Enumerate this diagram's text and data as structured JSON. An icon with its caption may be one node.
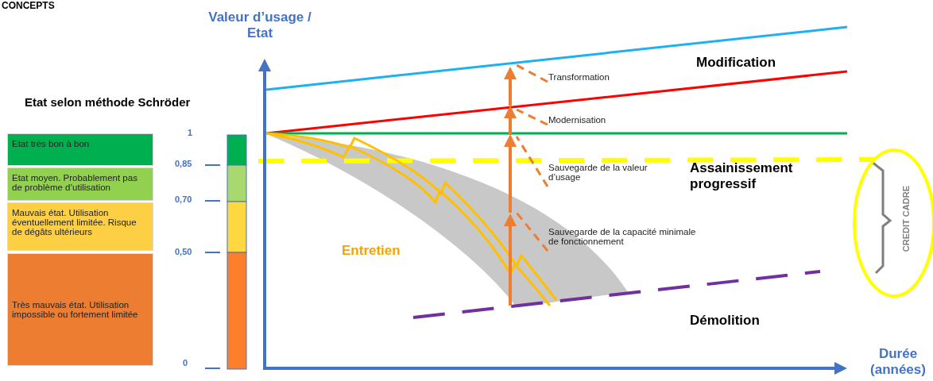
{
  "diagram": {
    "title": "CONCEPTS",
    "nodes": [
      {
        "text": [
          "Etat très bon à bon"
        ]
      },
      {
        "text": [
          "Etat moyen. Probablement pas de problème d’utilisation"
        ]
      },
      {
        "text": [
          "Mauvais état. Utilisation éventuellement limitée. Risque de dégâts ultérieurs"
        ]
      },
      {
        "text": [
          "Très mauvais état. Utilisation impossible ou fortement limitée"
        ]
      },
      {
        "text": [
          "Transformation"
        ]
      },
      {
        "text": [
          "Modernisation"
        ]
      },
      {
        "text": [
          "Sauvegarde de la valeur d’usage"
        ]
      },
      {
        "text": [
          "Sauvegarde de la capacité minimale de fonctionnement"
        ]
      },
      {
        "text": [
          "CREDIT CADRE"
        ]
      }
    ],
    "edges": [
      {
        "from": 4,
        "to": null,
        "arrow": "none",
        "style": "dashed"
      },
      {
        "from": 5,
        "to": null,
        "arrow": "none",
        "style": "dashed"
      },
      {
        "from": 6,
        "to": null,
        "arrow": "none",
        "style": "dashed"
      },
      {
        "from": 7,
        "to": null,
        "arrow": "none",
        "style": "dashed"
      }
    ],
    "labels": [
      "Valeur d’usage / Etat",
      "Etat selon méthode Schröder",
      "1",
      "0,85",
      "0,70",
      "0,50",
      "0",
      "Modification",
      "Assainissement progressif",
      "Entretien",
      "Démolition",
      "Durée (années)"
    ]
  }
}
